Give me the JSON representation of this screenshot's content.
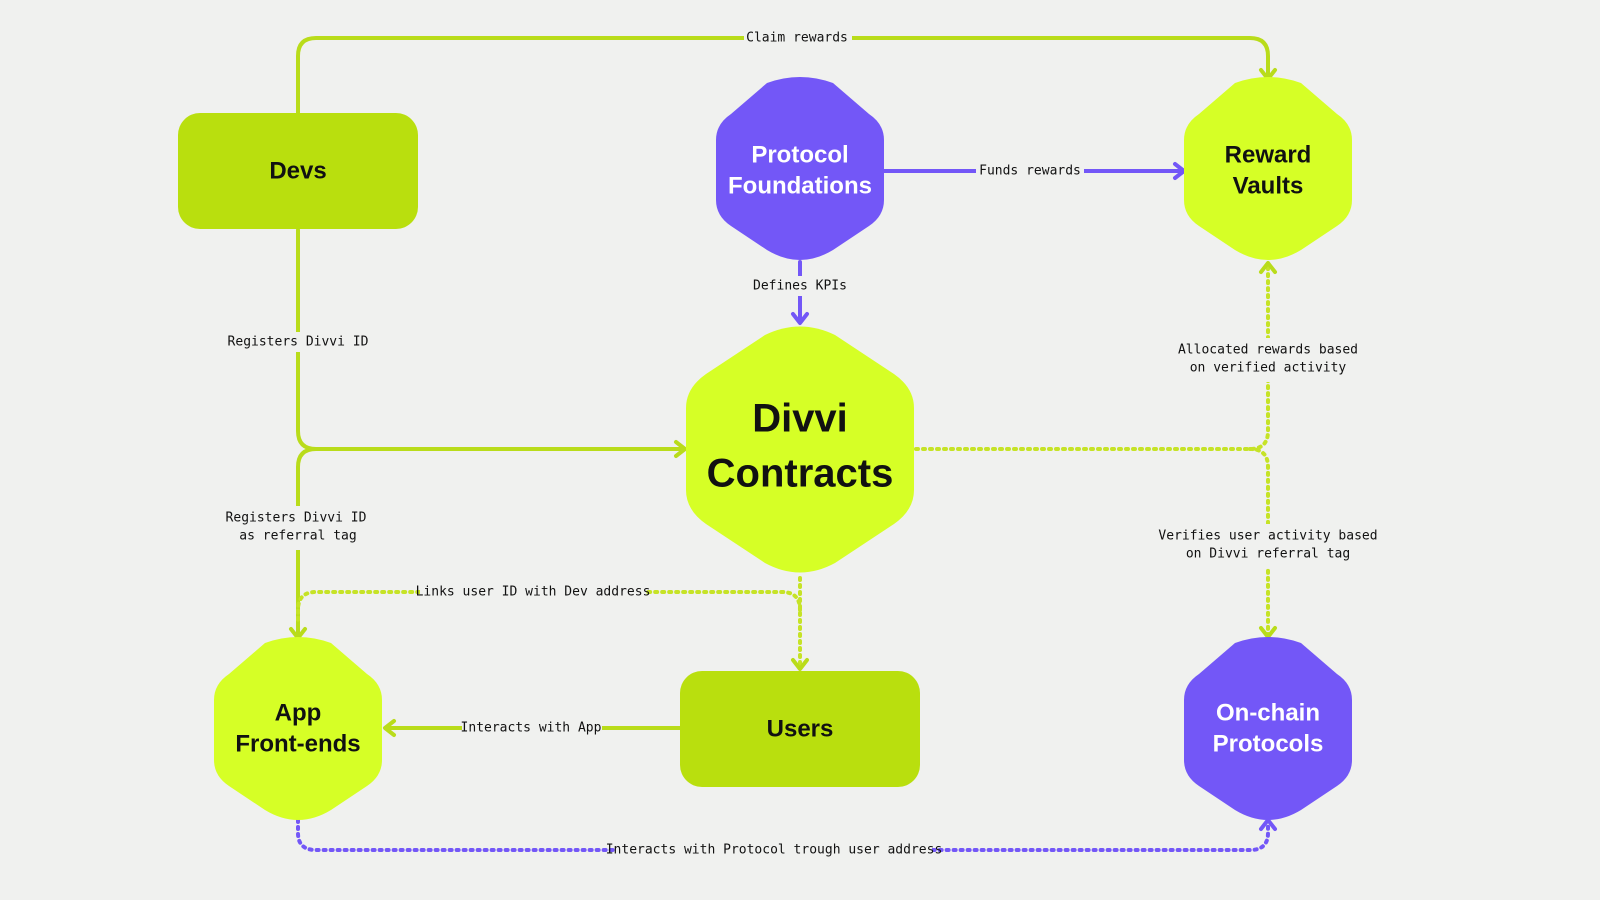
{
  "colors": {
    "background": "#f0f1ef",
    "lime": "#d6ff26",
    "lime_dark": "#b9df0e",
    "purple": "#7357f7",
    "text_dark": "#111111",
    "text_light": "#ffffff"
  },
  "nodes": {
    "devs": "Devs",
    "protocol_foundations": [
      "Protocol",
      "Foundations"
    ],
    "reward_vaults": [
      "Reward",
      "Vaults"
    ],
    "divvi_contracts": [
      "Divvi",
      "Contracts"
    ],
    "app_frontends": [
      "App",
      "Front-ends"
    ],
    "users": "Users",
    "onchain_protocols": [
      "On-chain",
      "Protocols"
    ]
  },
  "edges": {
    "claim_rewards": "Claim rewards",
    "funds_rewards": "Funds rewards",
    "defines_kpis": "Defines KPIs",
    "registers_divvi_id": "Registers Divvi ID",
    "registers_referral": [
      "Registers Divvi ID",
      "as referral tag"
    ],
    "allocated_rewards": [
      "Allocated rewards based",
      "on verified activity"
    ],
    "verifies_activity": [
      "Verifies user activity based",
      "on Divvi referral tag"
    ],
    "links_user_id": "Links user ID with Dev address",
    "interacts_with_app": "Interacts with App",
    "interacts_with_protocol": "Interacts with Protocol trough user address"
  }
}
